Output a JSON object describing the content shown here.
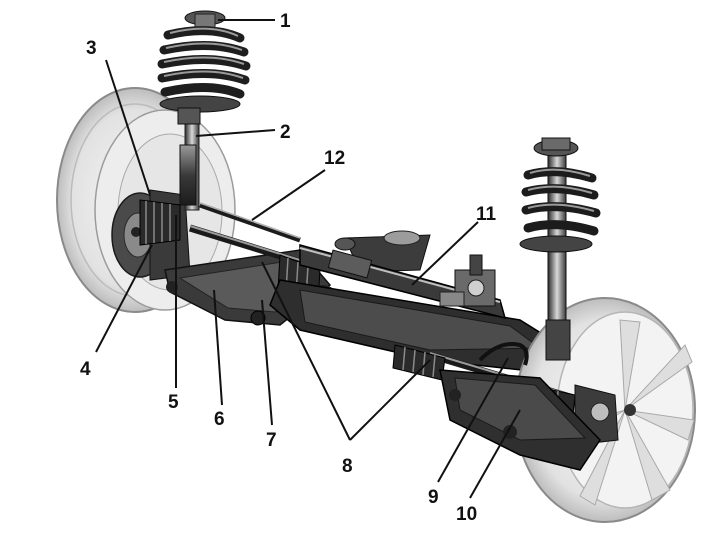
{
  "figure": {
    "callouts": [
      "1",
      "2",
      "3",
      "4",
      "5",
      "6",
      "7",
      "8",
      "9",
      "10",
      "11",
      "12"
    ]
  },
  "colors": {
    "background": "#ffffff",
    "ink": "#111111",
    "metal_dark": "#2a2a2a",
    "metal_mid": "#6e6e6e",
    "metal_light": "#c8c8c8",
    "rim_light": "#ececec"
  }
}
